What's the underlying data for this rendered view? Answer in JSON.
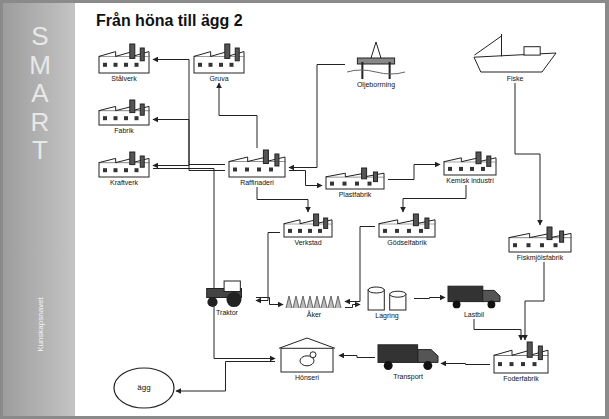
{
  "diagram": {
    "title": "Från höna till ägg 2",
    "nodes": [
      {
        "text": [
          "Stålverk"
        ]
      },
      {
        "text": [
          "Gruva"
        ]
      },
      {
        "text": [
          "Fabrik"
        ]
      },
      {
        "text": [
          "Kraftverk"
        ]
      },
      {
        "text": [
          "Oljeborrning"
        ]
      },
      {
        "text": [
          "Fiske"
        ]
      },
      {
        "text": [
          "Raffinaderi"
        ]
      },
      {
        "text": [
          "Plastfabrik"
        ]
      },
      {
        "text": [
          "Kemisk industri"
        ]
      },
      {
        "text": [
          "Verkstad"
        ]
      },
      {
        "text": [
          "Gödselfabrik"
        ]
      },
      {
        "text": [
          "Fiskmjölsfabrik"
        ]
      },
      {
        "text": [
          "Traktor"
        ]
      },
      {
        "text": [
          "Åker"
        ]
      },
      {
        "text": [
          "Lagring"
        ]
      },
      {
        "text": [
          "Lastbil"
        ]
      },
      {
        "text": [
          "Hönseri"
        ]
      },
      {
        "text": [
          "Transport"
        ]
      },
      {
        "text": [
          "Foderfabrik"
        ]
      },
      {
        "text": [
          "ägg"
        ]
      }
    ],
    "edges": [
      {
        "from": 6,
        "to": 0,
        "arrow": "to"
      },
      {
        "from": 6,
        "to": 1,
        "arrow": "to"
      },
      {
        "from": 6,
        "to": 2,
        "arrow": "to"
      },
      {
        "from": 6,
        "to": 3,
        "arrow": "to"
      },
      {
        "from": 4,
        "to": 6,
        "arrow": "to"
      },
      {
        "from": 6,
        "to": 7,
        "arrow": "to"
      },
      {
        "from": 7,
        "to": 8,
        "arrow": "to"
      },
      {
        "from": 5,
        "to": 11,
        "arrow": "to"
      },
      {
        "from": 11,
        "to": 18,
        "arrow": "to"
      },
      {
        "from": 8,
        "to": 10,
        "arrow": "to"
      },
      {
        "from": 6,
        "to": 9,
        "arrow": "to"
      },
      {
        "from": 9,
        "to": 12,
        "arrow": "to"
      },
      {
        "from": 10,
        "to": 13,
        "arrow": "to"
      },
      {
        "from": 12,
        "to": 13,
        "arrow": "to"
      },
      {
        "from": 13,
        "to": 14,
        "arrow": "to"
      },
      {
        "from": 14,
        "to": 15,
        "arrow": "to"
      },
      {
        "from": 15,
        "to": 18,
        "arrow": "to"
      },
      {
        "from": 18,
        "to": 17,
        "arrow": "to"
      },
      {
        "from": 17,
        "to": 16,
        "arrow": "to"
      },
      {
        "from": 3,
        "to": 16,
        "arrow": "to"
      },
      {
        "from": 16,
        "to": 19,
        "arrow": "to"
      }
    ],
    "labels": [
      "SMART",
      "Kunskapsnavet"
    ]
  }
}
